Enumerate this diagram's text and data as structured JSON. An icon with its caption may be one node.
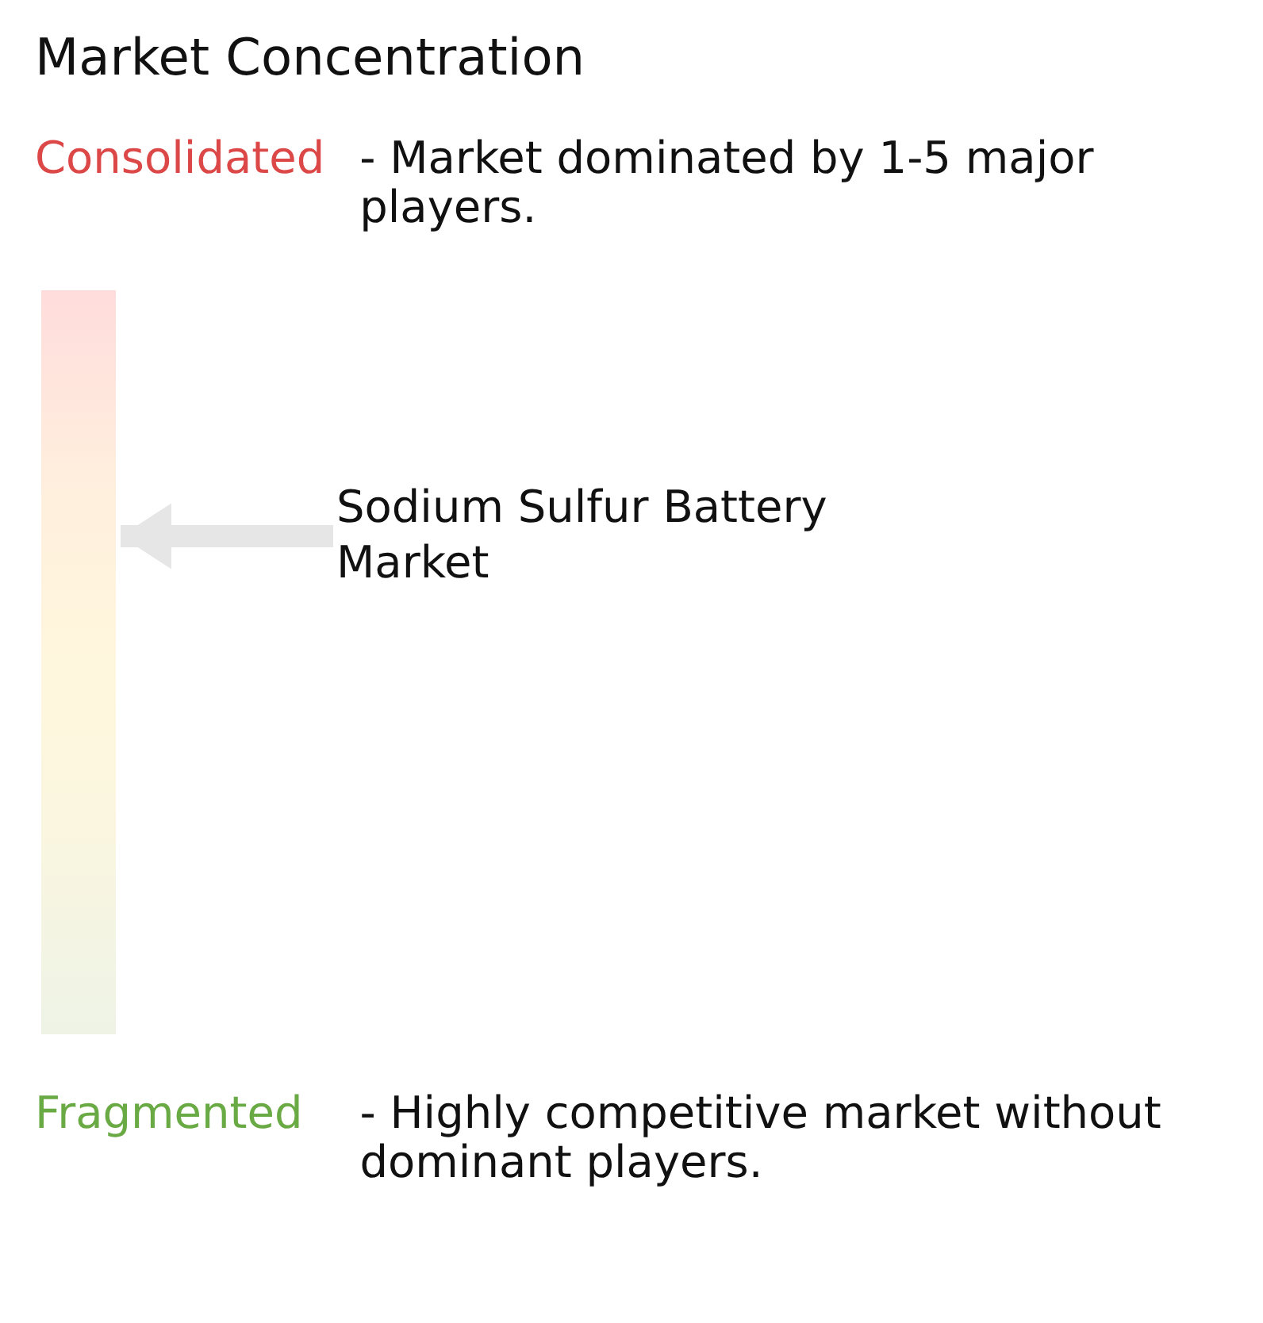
{
  "diagram": {
    "title": "Market Concentration",
    "nodes": [
      {
        "text": [],
        "shape": "bar"
      },
      {
        "text": [
          "Sodium Sulfur Battery Market"
        ]
      }
    ],
    "edges": [
      {
        "from": 1,
        "to": 0,
        "arrow": "to"
      }
    ],
    "labels": [
      "Consolidated",
      "- Market dominated by 1-5 major players.",
      "Fragmented",
      "- Highly competitive market without dominant players."
    ]
  }
}
